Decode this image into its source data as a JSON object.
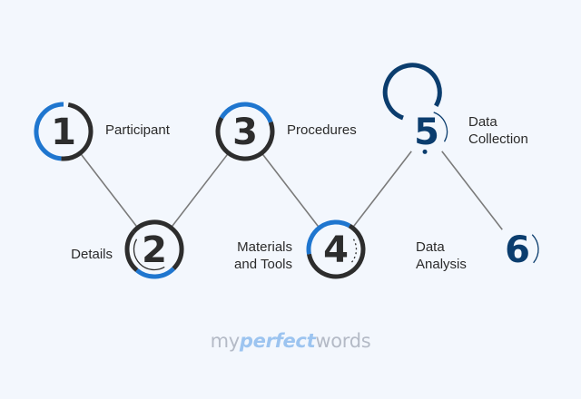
{
  "diagram": {
    "steps": [
      {
        "number": "1",
        "label": "Participant"
      },
      {
        "number": "2",
        "label": "Details"
      },
      {
        "number": "3",
        "label": "Procedures"
      },
      {
        "number": "4",
        "label": "Materials\nand Tools"
      },
      {
        "number": "5",
        "label": "Data\nCollection"
      },
      {
        "number": "6",
        "label": "Data\nAnalysis"
      }
    ],
    "colors": {
      "background": "#f3f7fd",
      "dark": "#2d2d2d",
      "blue": "#1f76cf",
      "navy": "#0b3d6e",
      "connector": "#7a7a7a"
    }
  },
  "logo": {
    "part1": "my",
    "part2": "perfect",
    "part3": "words"
  }
}
